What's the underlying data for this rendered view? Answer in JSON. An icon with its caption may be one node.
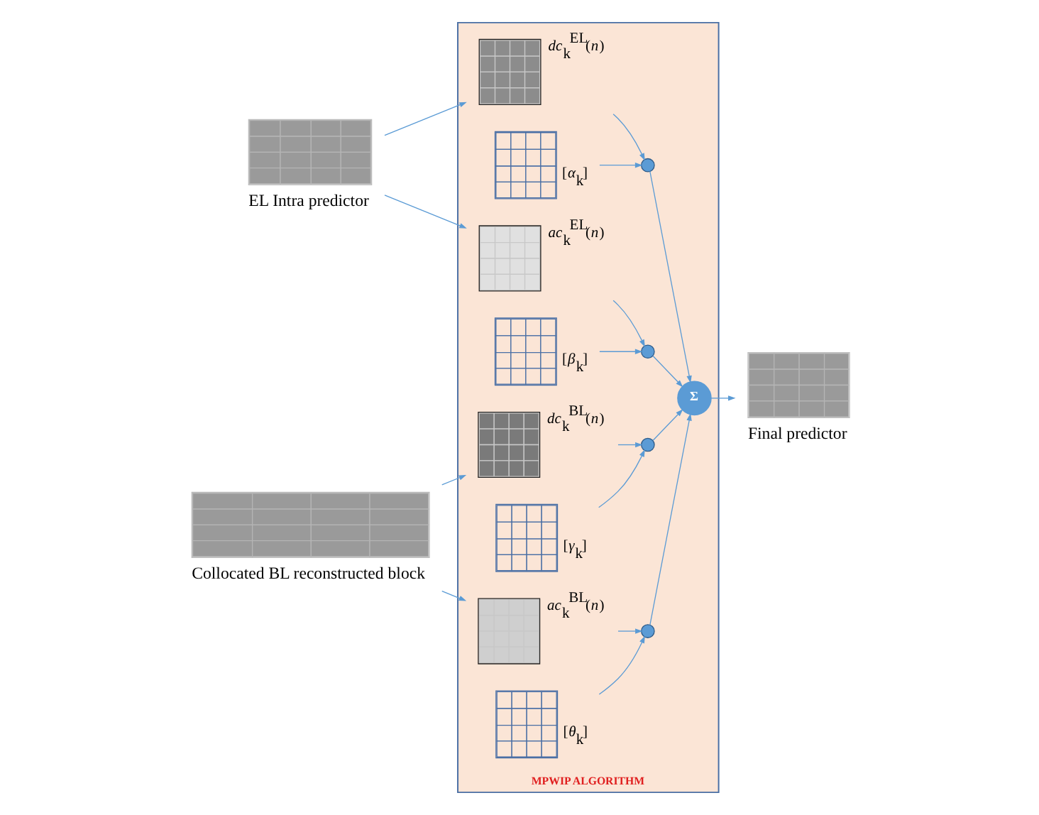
{
  "diagram": {
    "nodes": [
      {
        "text": [
          "MPWIP ALGORITHM"
        ]
      },
      {
        "text": [
          "EL Intra predictor"
        ]
      },
      {
        "text": [
          "Collocated BL reconstructed block"
        ]
      },
      {
        "text": [
          "*dc*$_{k}$$^{EL}$(*n*)"
        ],
        "in": 0
      },
      {
        "text": [
          "*ac*$_{k}$$^{EL}$(*n*)"
        ],
        "in": 0
      },
      {
        "text": [
          "*dc*$_{k}$$^{BL}$(*n*)"
        ],
        "in": 0
      },
      {
        "text": [
          "*ac*$_{k}$$^{BL}$(*n*)"
        ],
        "in": 0
      },
      {
        "text": [
          "[*α*$_{k}$]"
        ],
        "in": 0
      },
      {
        "text": [
          "[*β*$_{k}$]"
        ],
        "in": 0
      },
      {
        "text": [
          "[*γ*$_{k}$]"
        ],
        "in": 0
      },
      {
        "text": [
          "[*θ*$_{k}$]"
        ],
        "in": 0
      },
      {
        "text": [],
        "shape": "circle",
        "in": 0
      },
      {
        "text": [],
        "shape": "circle",
        "in": 0
      },
      {
        "text": [],
        "shape": "circle",
        "in": 0
      },
      {
        "text": [],
        "shape": "circle",
        "in": 0
      },
      {
        "text": [
          "Σ"
        ],
        "in": 0
      },
      {
        "text": [
          "Final predictor"
        ]
      }
    ],
    "edges": [
      {
        "from": 1,
        "to": 3,
        "arrow": "to"
      },
      {
        "from": 1,
        "to": 4,
        "arrow": "to"
      },
      {
        "from": 2,
        "to": 5,
        "arrow": "to"
      },
      {
        "from": 2,
        "to": 6,
        "arrow": "to"
      },
      {
        "from": 3,
        "to": 11,
        "arrow": "to"
      },
      {
        "from": 7,
        "to": 11,
        "arrow": "to"
      },
      {
        "from": 4,
        "to": 12,
        "arrow": "to"
      },
      {
        "from": 8,
        "to": 12,
        "arrow": "to"
      },
      {
        "from": 5,
        "to": 13,
        "arrow": "to"
      },
      {
        "from": 9,
        "to": 13,
        "arrow": "to"
      },
      {
        "from": 6,
        "to": 14,
        "arrow": "to"
      },
      {
        "from": 10,
        "to": 14,
        "arrow": "to"
      },
      {
        "from": 11,
        "to": 15,
        "arrow": "to"
      },
      {
        "from": 12,
        "to": 15,
        "arrow": "to"
      },
      {
        "from": 13,
        "to": 15,
        "arrow": "to"
      },
      {
        "from": 14,
        "to": 15,
        "arrow": "to"
      },
      {
        "from": 15,
        "to": 16,
        "arrow": "to"
      }
    ]
  }
}
